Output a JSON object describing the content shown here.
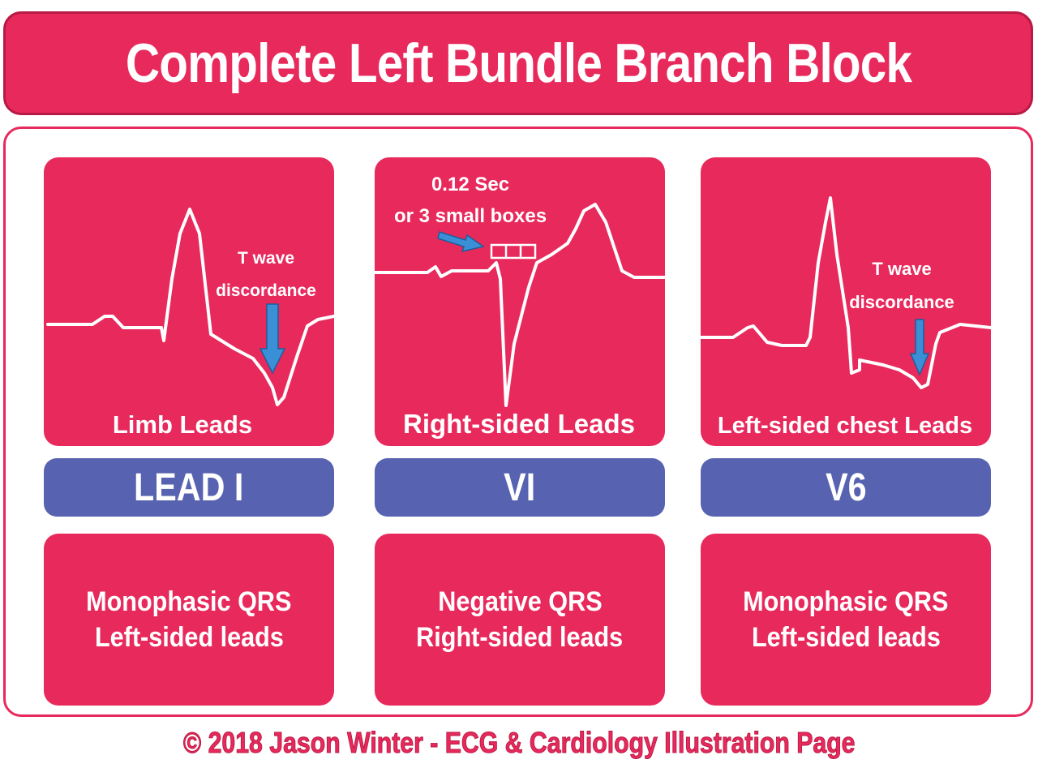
{
  "title": "Complete Left Bundle Branch Block",
  "panels": [
    {
      "trace_label": "Limb Leads",
      "annotation_lines": [
        "T wave",
        "discordance"
      ],
      "lead": "LEAD I",
      "description": [
        "Monophasic QRS",
        "Left-sided leads"
      ]
    },
    {
      "trace_label": "Right-sided Leads",
      "annotation_lines": [
        "0.12 Sec",
        "or 3 small boxes"
      ],
      "lead": "VI",
      "description": [
        "Negative QRS",
        "Right-sided leads"
      ]
    },
    {
      "trace_label": "Left-sided chest Leads",
      "annotation_lines": [
        "T wave",
        "discordance"
      ],
      "lead": "V6",
      "description": [
        "Monophasic QRS",
        "Left-sided leads"
      ]
    }
  ],
  "footer": "© 2018 Jason Winter - ECG & Cardiology Illustration Page",
  "colors": {
    "panel": "#e8295c",
    "lead_bar": "#5763b0",
    "arrow": "#3b8fd6",
    "trace": "#ffffff"
  },
  "icons": [
    "arrow-down-icon",
    "arrow-right-icon"
  ]
}
